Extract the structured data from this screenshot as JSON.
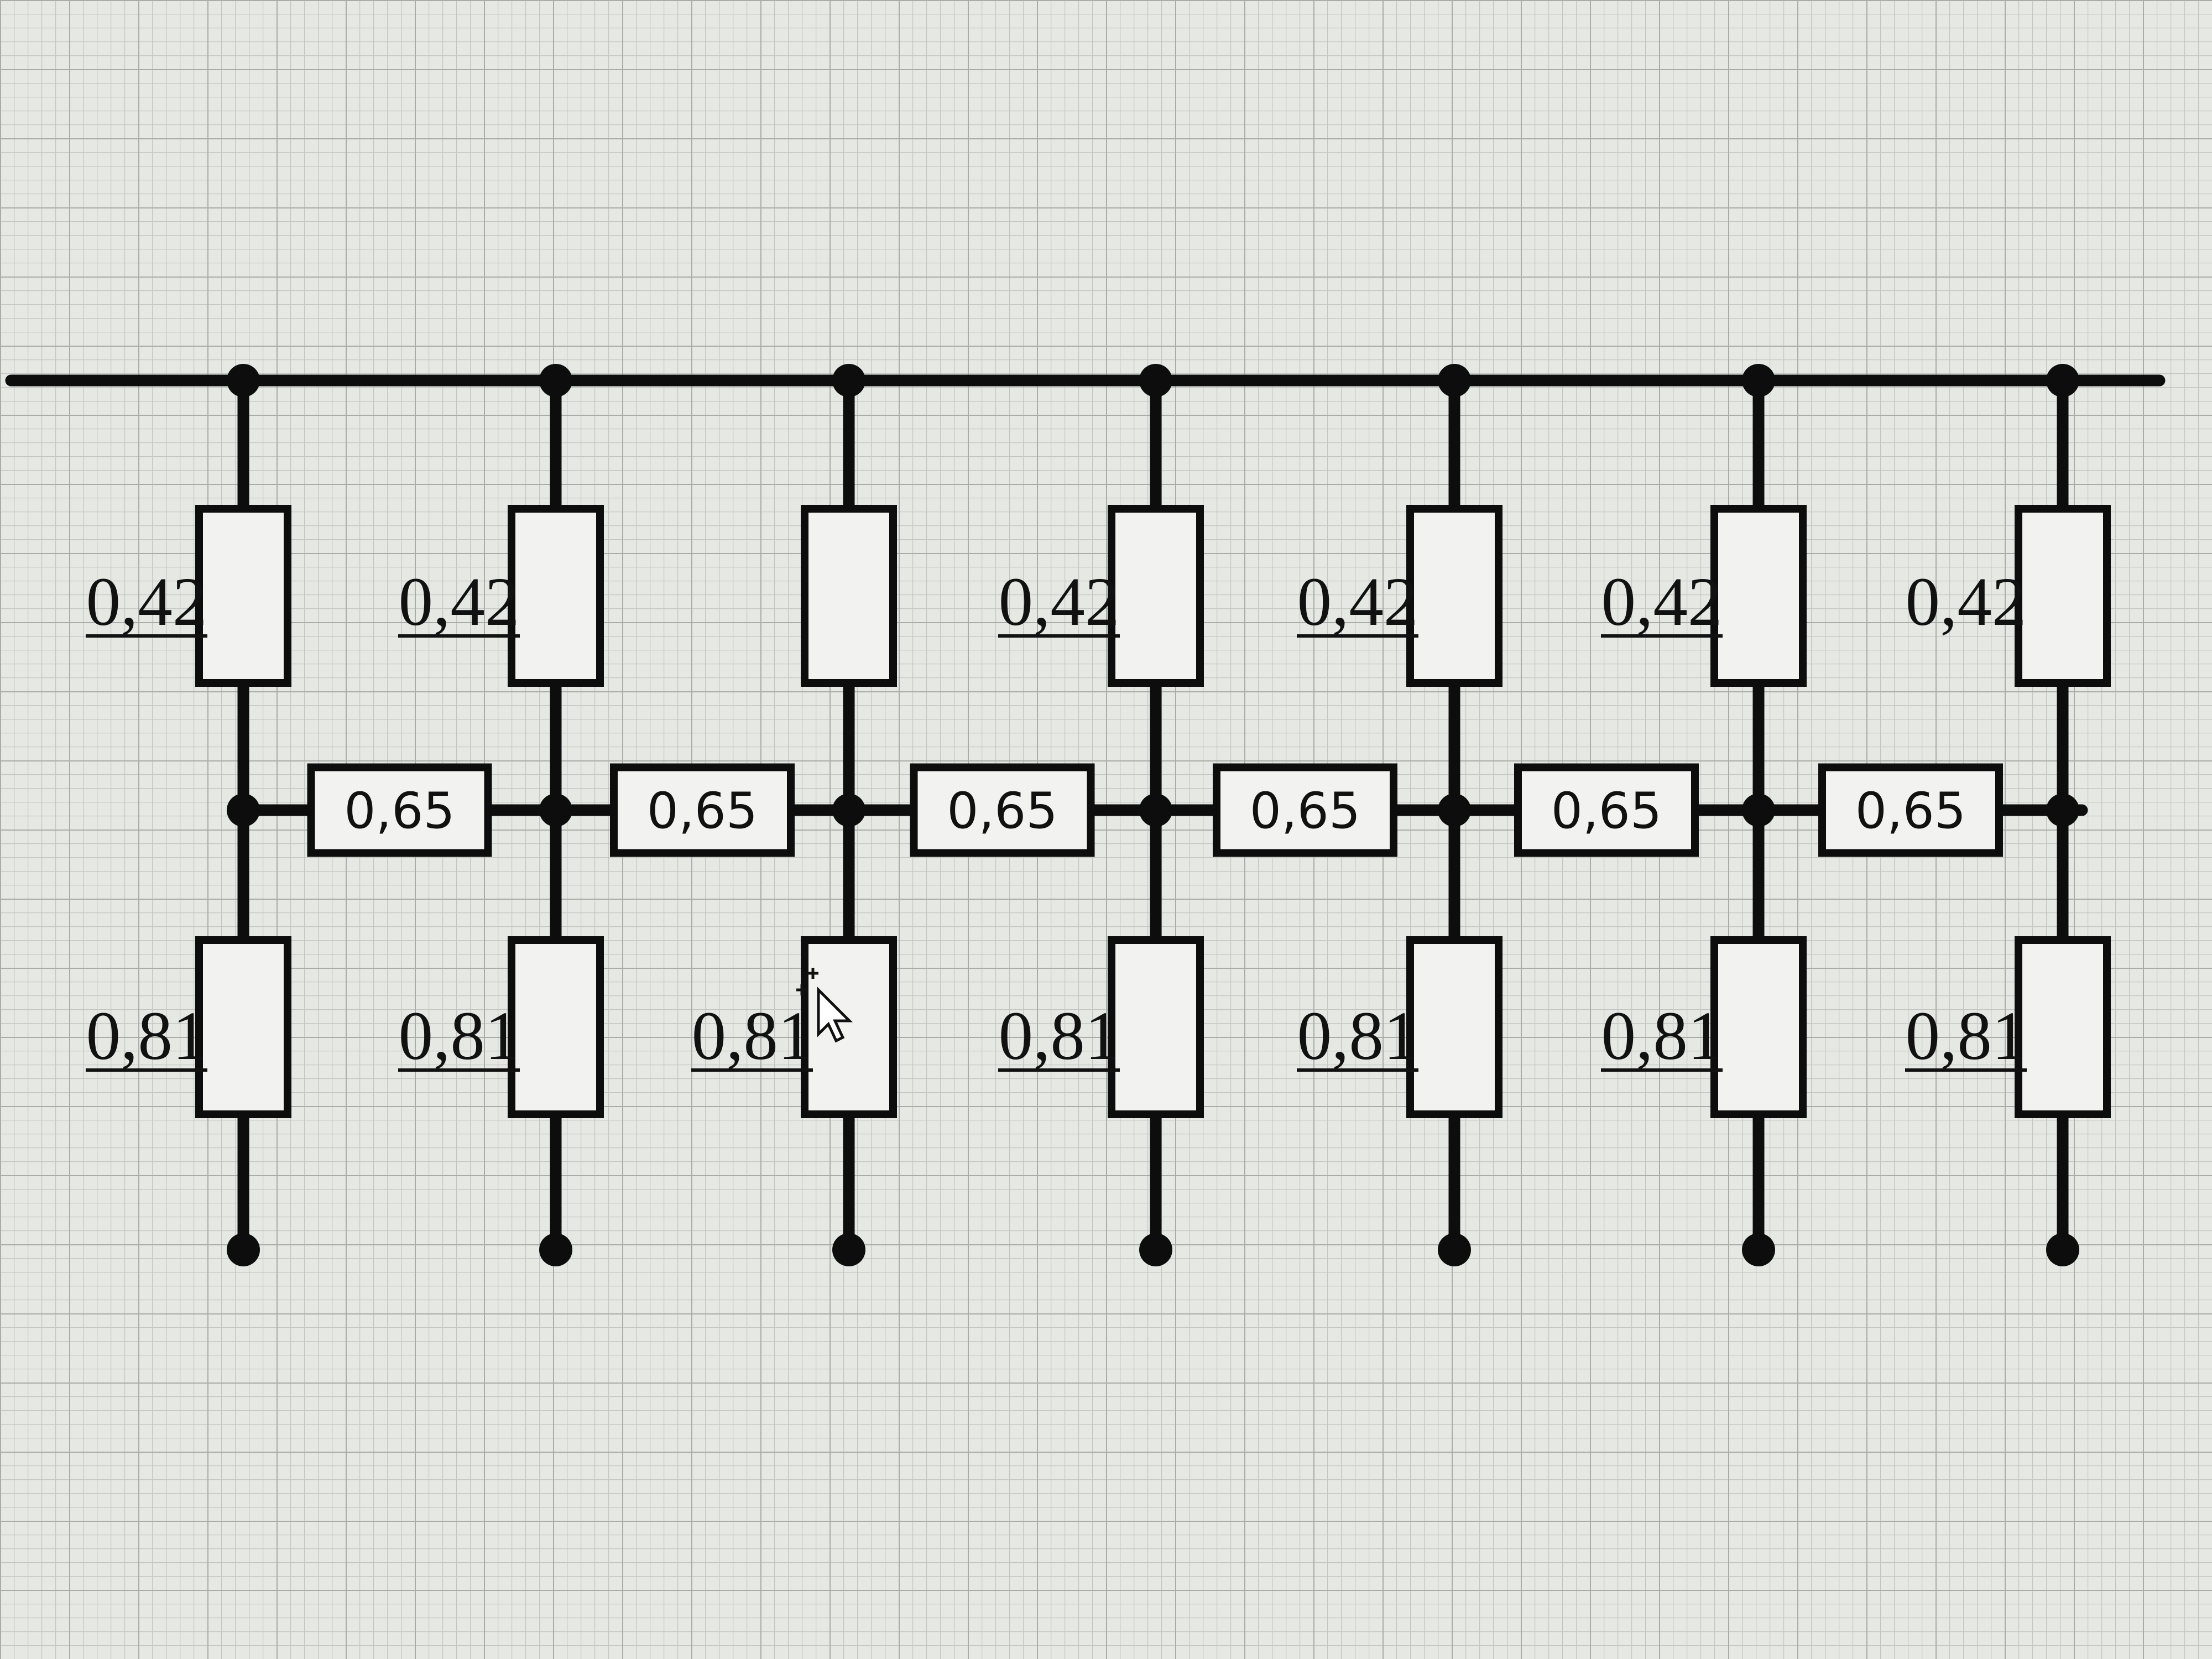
{
  "diagram": {
    "legs": [
      {
        "upper_label": "0,42",
        "upper_underlined": true,
        "lower_label": "0,81",
        "lower_underlined": true
      },
      {
        "upper_label": "0,42",
        "upper_underlined": true,
        "lower_label": "0,81",
        "lower_underlined": true
      },
      {
        "upper_label": "",
        "upper_underlined": false,
        "lower_label": "0,81",
        "lower_underlined": true
      },
      {
        "upper_label": "0,42",
        "upper_underlined": true,
        "lower_label": "0,81",
        "lower_underlined": true
      },
      {
        "upper_label": "0,42",
        "upper_underlined": true,
        "lower_label": "0,81",
        "lower_underlined": true
      },
      {
        "upper_label": "0,42",
        "upper_underlined": true,
        "lower_label": "0,81",
        "lower_underlined": true
      },
      {
        "upper_label": "0,42",
        "upper_underlined": false,
        "lower_label": "0,81",
        "lower_underlined": true
      }
    ],
    "series_resistors": [
      {
        "label": "0,65"
      },
      {
        "label": "0,65"
      },
      {
        "label": "0,65"
      },
      {
        "label": "0,65"
      },
      {
        "label": "0,65"
      },
      {
        "label": "0,65"
      }
    ]
  },
  "colors": {
    "background": "#e6e8e4",
    "grid": "#b9bcb8",
    "ink": "#0d0d0d",
    "box_fill": "#f2f3f0"
  },
  "icons": [
    "move-cursor-icon"
  ]
}
